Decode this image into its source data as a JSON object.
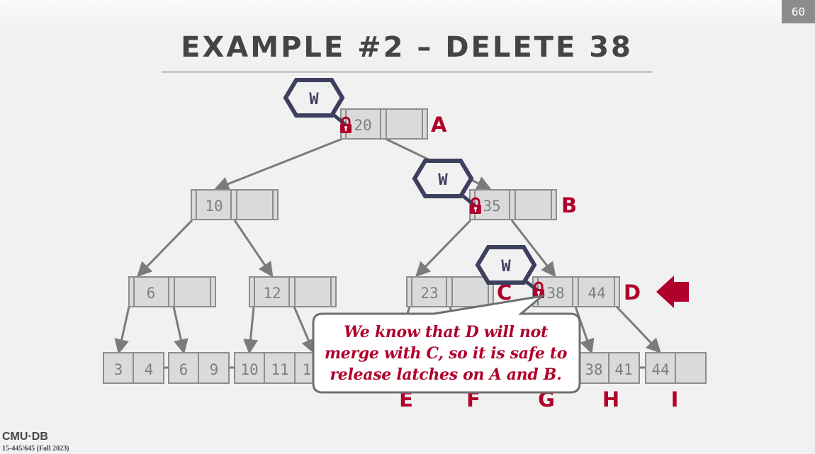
{
  "page_number": "60",
  "title": "EXAMPLE #2 – DELETE 38",
  "latch_label": "W",
  "nodes": {
    "A": {
      "label": "A",
      "keys": [
        "20",
        ""
      ]
    },
    "B": {
      "label": "B",
      "keys": [
        "35",
        ""
      ]
    },
    "n10": {
      "keys": [
        "10",
        ""
      ]
    },
    "n6": {
      "keys": [
        "6",
        ""
      ]
    },
    "n12": {
      "keys": [
        "12",
        ""
      ]
    },
    "C": {
      "label": "C",
      "keys": [
        "23",
        ""
      ]
    },
    "D": {
      "label": "D",
      "keys": [
        "38",
        "44"
      ]
    }
  },
  "leaves": [
    {
      "keys": [
        "3",
        "4"
      ]
    },
    {
      "keys": [
        "6",
        "9"
      ]
    },
    {
      "keys": [
        "10",
        "11"
      ]
    },
    {
      "keys": [
        "1",
        ""
      ]
    },
    {
      "label": "E",
      "keys": [
        "",
        ""
      ]
    },
    {
      "label": "F",
      "keys": [
        "",
        ""
      ]
    },
    {
      "label": "G",
      "keys": [
        "",
        ""
      ]
    },
    {
      "label": "H",
      "keys": [
        "38",
        "41"
      ]
    },
    {
      "label": "I",
      "keys": [
        "44",
        ""
      ]
    }
  ],
  "callout": {
    "lines": [
      "We know that D will not",
      "merge with C, so it is safe to",
      "release latches on A and B."
    ]
  },
  "footer": {
    "logo": "CMU·DB",
    "course": "15-445/645 (Fall 2023)"
  },
  "colors": {
    "accent": "#b0002b",
    "latch_outline": "#3d3f5e",
    "node_fill": "#dadada",
    "node_border": "#8d8d8d"
  }
}
